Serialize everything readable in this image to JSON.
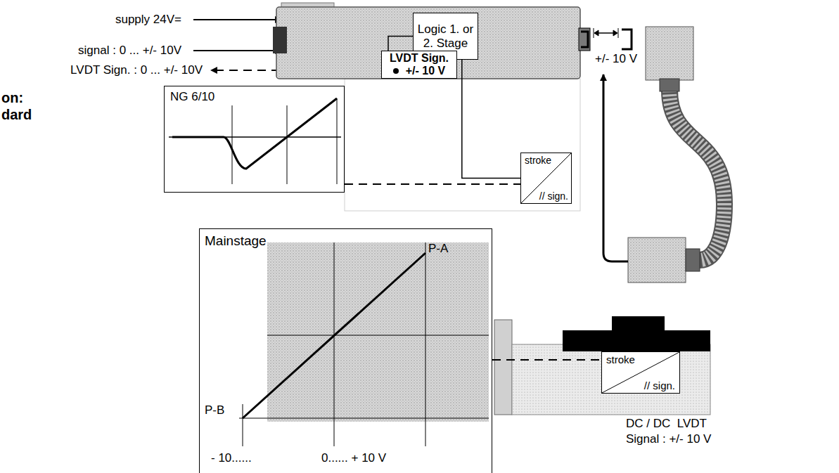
{
  "diagram": {
    "nodes": [
      {
        "text": [
          "Logic 1. or 2. Stage"
        ]
      },
      {
        "text": [
          "LVDT Sign.",
          "+/- 10 V"
        ]
      },
      {
        "text": [
          "stroke",
          "// sign."
        ]
      },
      {
        "text": [
          "NG 6/10"
        ]
      },
      {
        "text": [
          "Mainstage",
          "P-A",
          "P-B",
          "- 10......",
          "0...... + 10 V"
        ]
      },
      {
        "text": [
          "stroke",
          "// sign."
        ]
      }
    ],
    "edges": [
      {
        "from": 1,
        "to": 0,
        "arrow": "none"
      },
      {
        "from": 0,
        "to": 2,
        "arrow": "none"
      },
      {
        "from": 3,
        "to": 2,
        "arrow": "none"
      },
      {
        "from": 4,
        "to": 5,
        "arrow": "none"
      }
    ],
    "labels": [
      "supply 24V=",
      "signal : 0 ... +/- 10V",
      "LVDT Sign. : 0 ... +/- 10V",
      "on:",
      "dard",
      "+/- 10 V",
      "DC / DC  LVDT",
      "Signal : +/- 10 V"
    ]
  }
}
